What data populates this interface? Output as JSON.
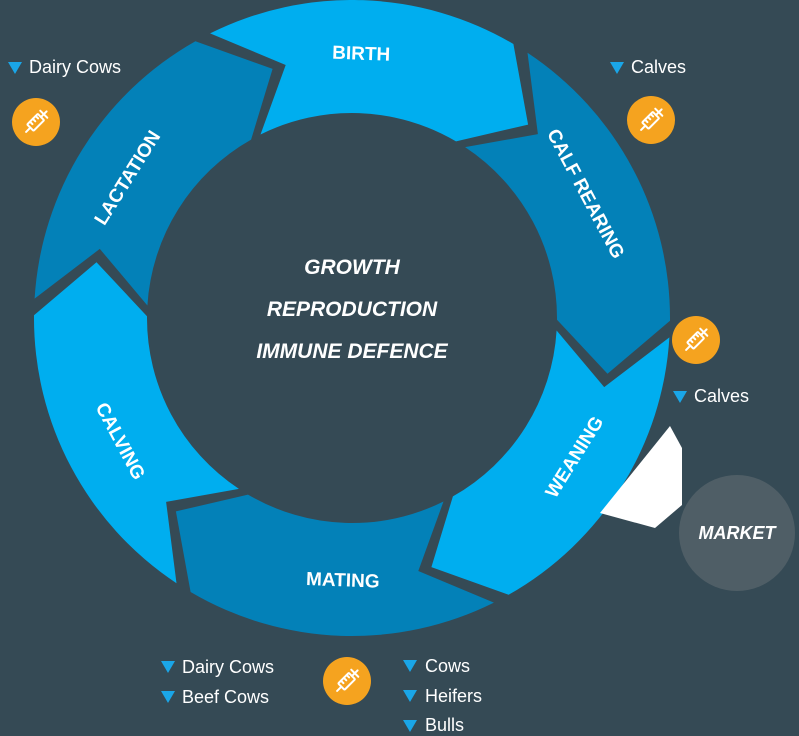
{
  "colors": {
    "background": "#354a55",
    "segment_light": "#00aeef",
    "segment_dark": "#0381b8",
    "center": "#354a55",
    "vaccine": "#f5a31f",
    "market": "#4f5e66",
    "triangle": "#1aa6e8"
  },
  "cycle": {
    "segments": [
      {
        "label": "BIRTH",
        "tone": "light"
      },
      {
        "label": "CALF REARING",
        "tone": "dark"
      },
      {
        "label": "WEANING",
        "tone": "light"
      },
      {
        "label": "MATING",
        "tone": "dark"
      },
      {
        "label": "CALVING",
        "tone": "light"
      },
      {
        "label": "LACTATION",
        "tone": "dark"
      }
    ]
  },
  "center": {
    "lines": [
      "GROWTH",
      "REPRODUCTION",
      "IMMUNE DEFENCE"
    ]
  },
  "market": {
    "label": "MARKET"
  },
  "vaccine_icon": "syringe-icon",
  "notes": {
    "top_left": [
      "Dairy Cows"
    ],
    "top_right": [
      "Calves"
    ],
    "right": [
      "Calves"
    ],
    "bottom_left": [
      "Dairy Cows",
      "Beef Cows"
    ],
    "bottom_right": [
      "Cows",
      "Heifers",
      "Bulls"
    ]
  }
}
